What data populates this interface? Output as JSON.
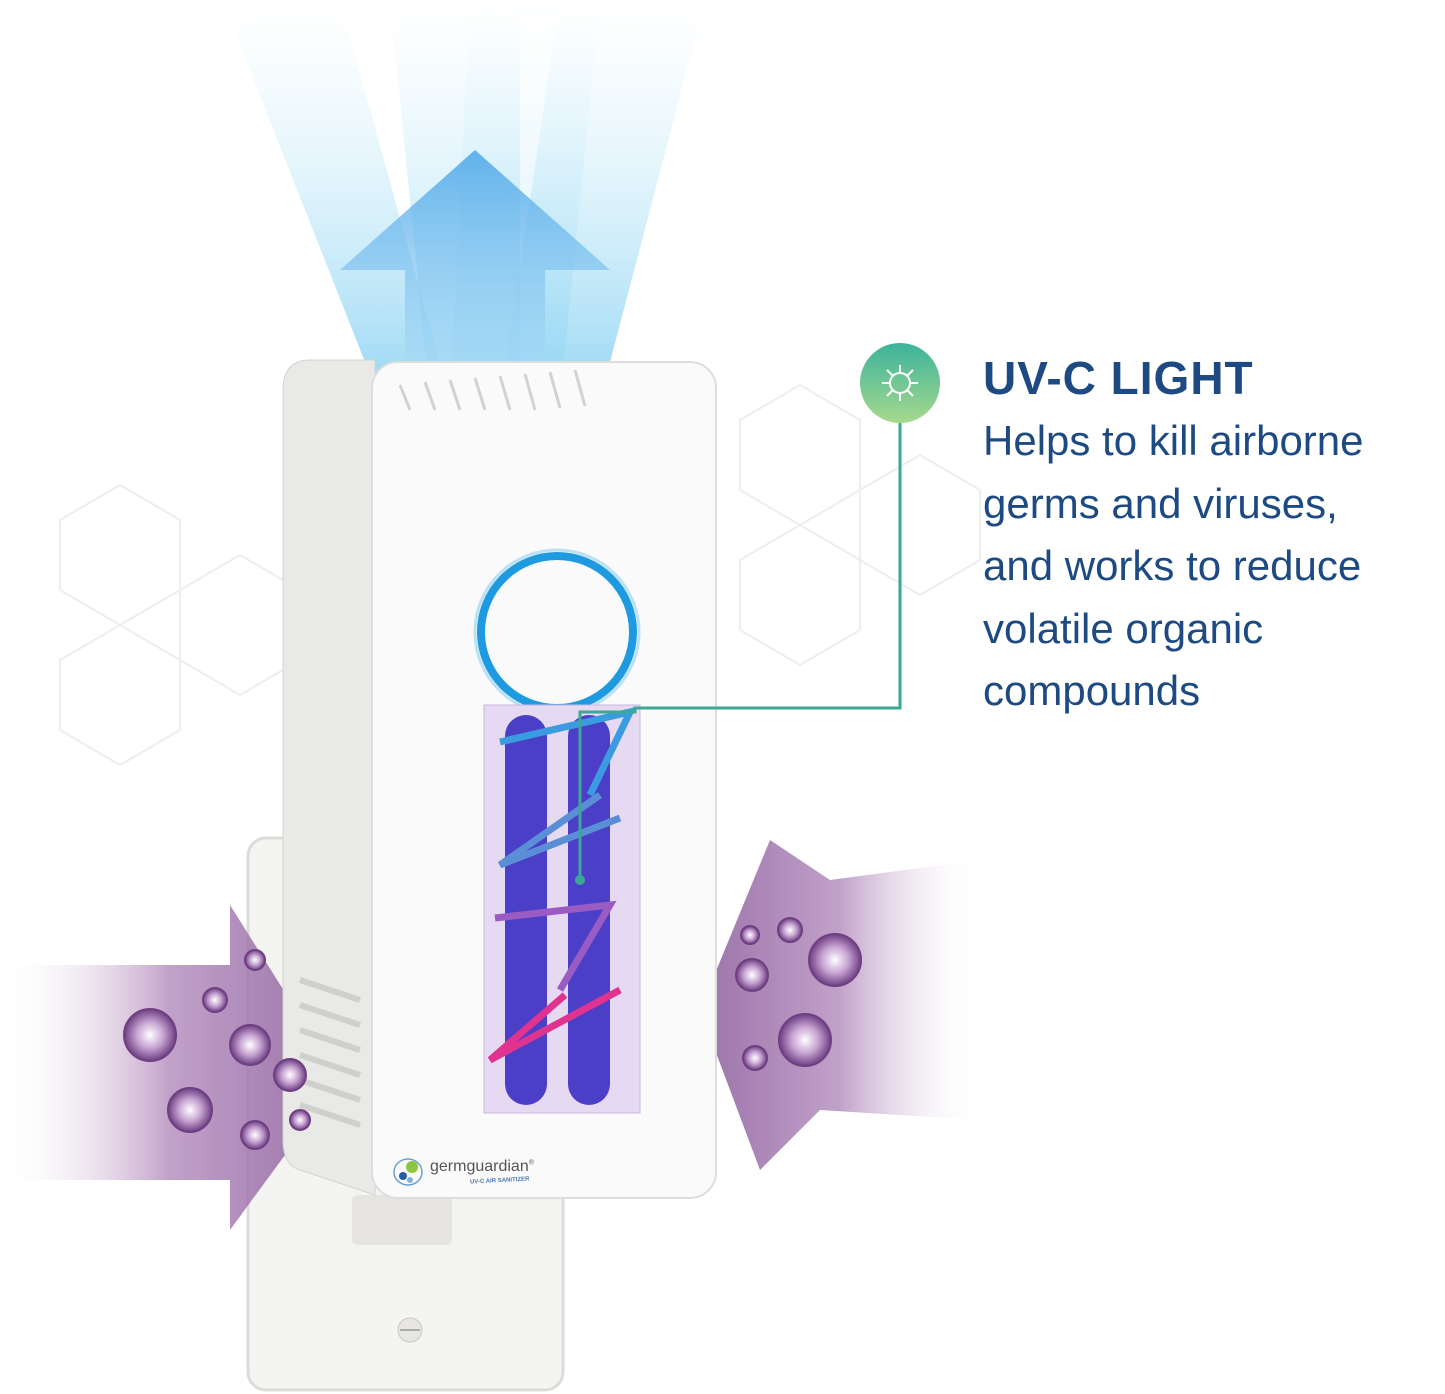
{
  "feature": {
    "title": "UV-C LIGHT",
    "description_lines": [
      "Helps to kill airborne",
      "germs and viruses,",
      "and works to reduce",
      "volatile organic",
      "compounds"
    ],
    "icon": "virus-icon"
  },
  "product": {
    "brand": "germguardian",
    "brand_mark": "®",
    "subtitle": "UV-C AIR SANITIZER"
  },
  "colors": {
    "title_text": "#1d4a82",
    "callout_line": "#3aa894",
    "callout_badge_top": "#3db39a",
    "callout_badge_bottom": "#a6d98e",
    "ring": "#1e9be0",
    "air_in": "#8a5a9a",
    "air_out": "#5bb4e8"
  }
}
